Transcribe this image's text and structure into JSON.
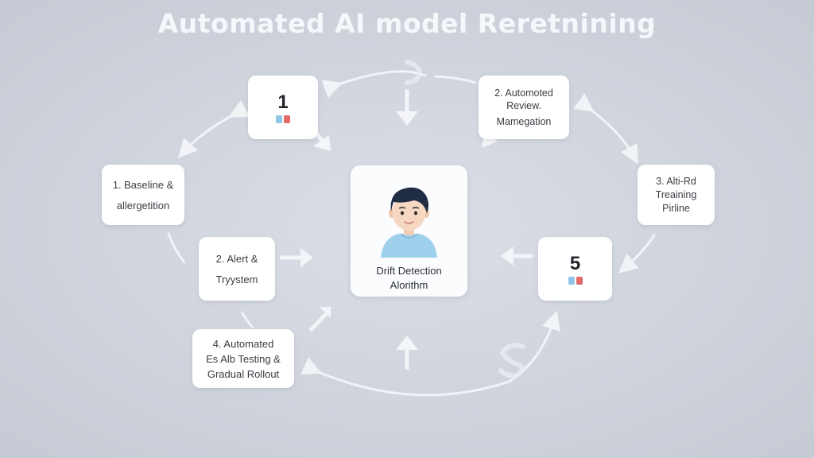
{
  "title": "Automated AI model Reretnining",
  "center": {
    "line1": "Drift Detection",
    "line2": "Alorithm",
    "icon": "person-avatar-icon"
  },
  "nodes": {
    "step1": {
      "number": "1"
    },
    "review": {
      "line1": "2. Automoted",
      "line2": "Review.",
      "line3": "Mamegation"
    },
    "baseline": {
      "line1": "1. Baseline &",
      "line2": "allergetition"
    },
    "pipeline": {
      "line1": "3. Alti-Rd",
      "line2": "Treaining",
      "line3": "Pirline"
    },
    "alert": {
      "line1": "2. Alert &",
      "line2": "Tryystem"
    },
    "step5": {
      "number": "5"
    },
    "testing": {
      "line1": "4. Automated",
      "line2": "Es Alb Testing &",
      "line3": "Gradual Rollout"
    }
  },
  "colors": {
    "background": "#cfd3dc",
    "arrow": "#f4f5f8",
    "chip_blue": "#8fc6e6",
    "chip_red": "#e46a6a"
  }
}
